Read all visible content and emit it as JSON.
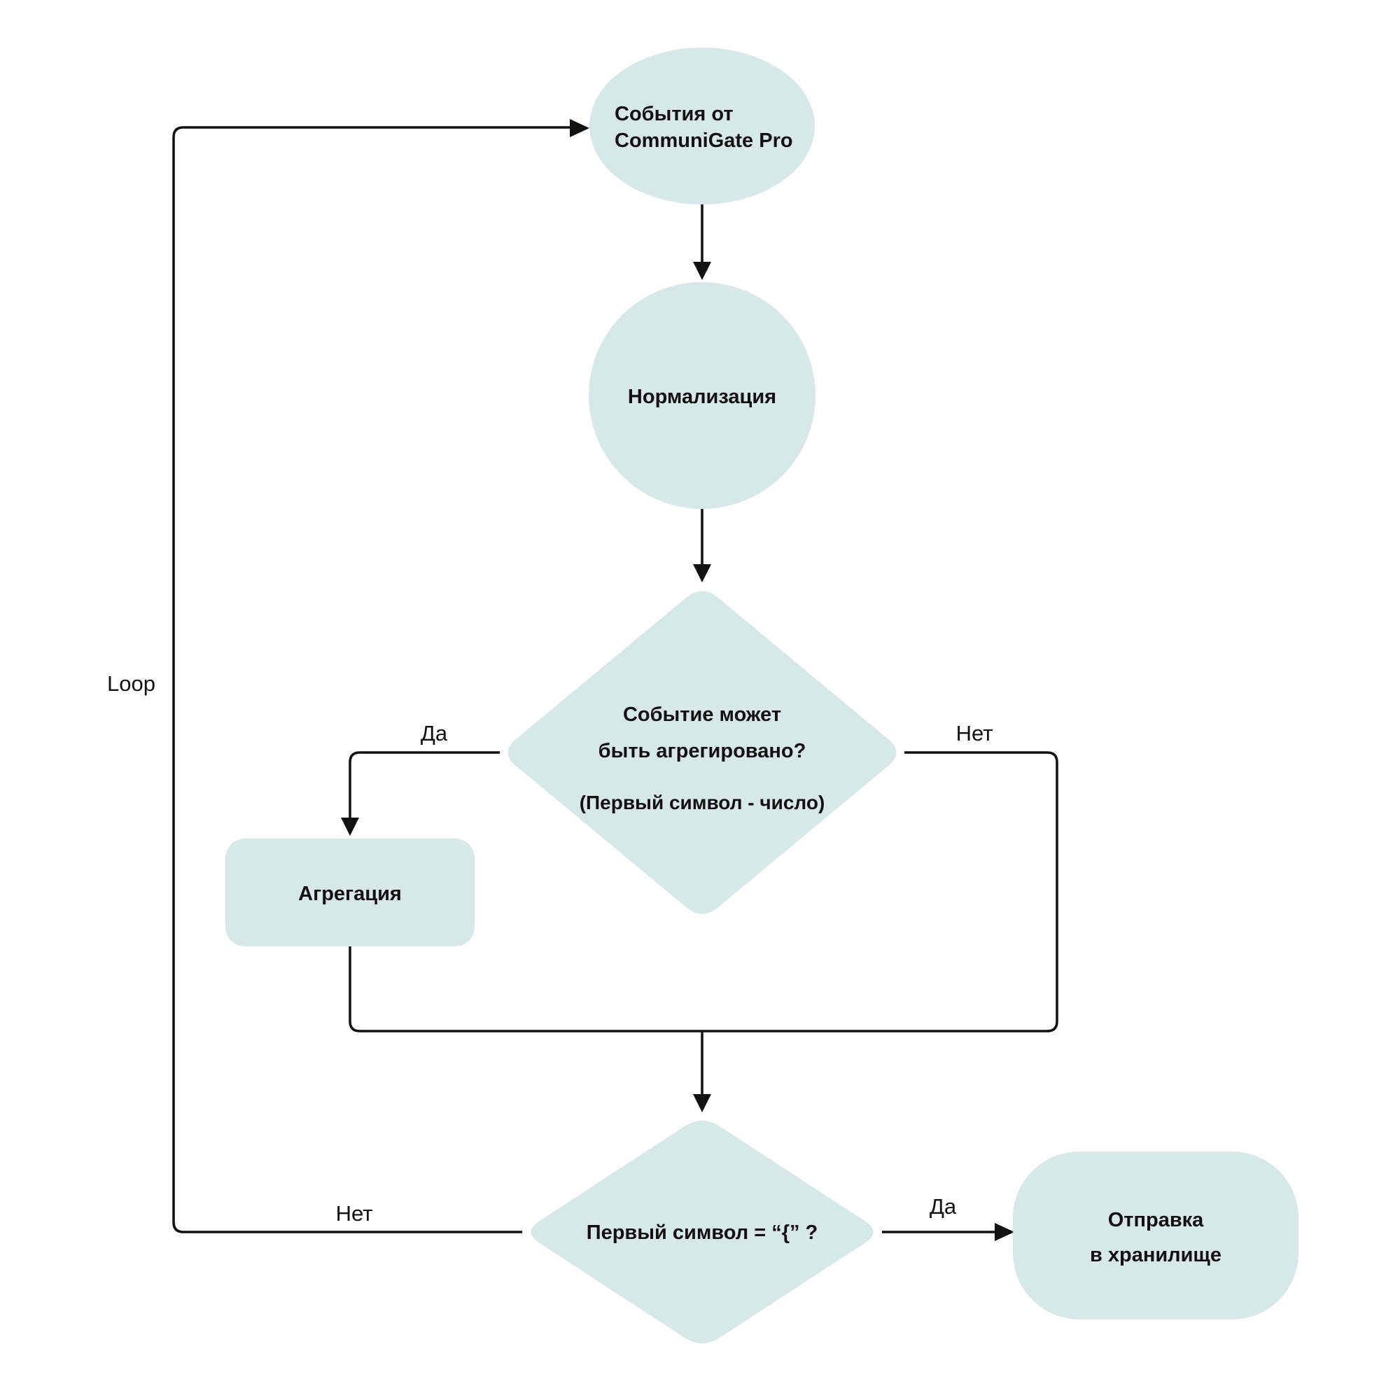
{
  "diagram": {
    "background_color": "#ffffff",
    "shape_fill_color": "#d7e8e7",
    "line_color": "#111111",
    "nodes": {
      "start_ellipse": {
        "type": "ellipse",
        "label_line1": "События от",
        "label_line2": "CommuniGate Pro"
      },
      "normalization_circle": {
        "type": "circle",
        "label": "Нормализация"
      },
      "aggregate_decision": {
        "type": "diamond",
        "question_line1": "Событие может",
        "question_line2": "быть агрегировано?",
        "note": "(Первый символ - число)"
      },
      "aggregation_box": {
        "type": "rounded-rect",
        "label": "Агрегация"
      },
      "first_char_decision": {
        "type": "diamond",
        "question": "Первый символ = “{” ?"
      },
      "storage_terminal": {
        "type": "rounded-rect",
        "label_line1": "Отправка",
        "label_line2": "в хранилище"
      }
    },
    "edge_labels": {
      "loop": "Loop",
      "aggregate_yes": "Да",
      "aggregate_no": "Нет",
      "first_char_yes": "Да",
      "first_char_no": "Нет"
    }
  }
}
